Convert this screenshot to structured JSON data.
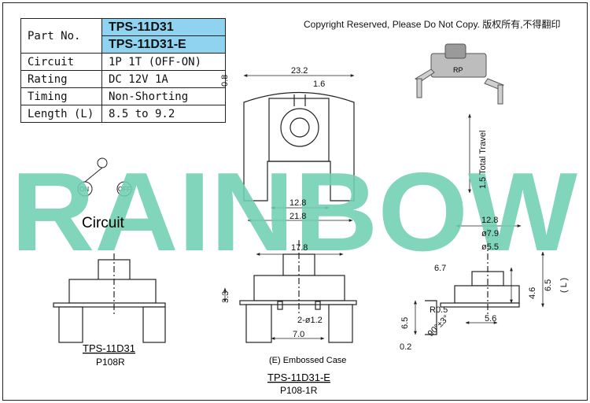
{
  "copyright": "Copyright Reserved, Please Do Not Copy. 版权所有,不得翻印",
  "spec_table": {
    "part_no_label": "Part No.",
    "part_numbers": [
      "TPS-11D31",
      "TPS-11D31-E"
    ],
    "rows": [
      {
        "label": "Circuit",
        "value": "1P 1T (OFF-ON)"
      },
      {
        "label": "Rating",
        "value": "DC 12V 1A"
      },
      {
        "label": "Timing",
        "value": "Non-Shorting"
      },
      {
        "label": "Length (L)",
        "value": "8.5 to 9.2"
      }
    ]
  },
  "watermark": "RAINBOW",
  "circuit": {
    "label": "Circuit",
    "on": "ON",
    "off": "OFF"
  },
  "dimensions": {
    "top_width": "23.2",
    "top_gap": "1.6",
    "top_height": "0.8",
    "inner_width": "12.8",
    "outer_width": "21.8",
    "front_width": "17.8",
    "front_height": "3.3",
    "pin_spacing": "7.0",
    "pin_holes": "2-ø1.2",
    "total_travel": "1.5 Total Travel",
    "side_width": "12.8",
    "side_d1": "ø7.9",
    "side_d2": "ø5.5",
    "side_offset": "6.7",
    "side_h1": "4.6",
    "side_h2": "6.5",
    "side_length": "( L )",
    "lead_height": "6.5",
    "lead_radius": "R0.5",
    "lead_angle": "90°±3°",
    "lead_width": "5.6",
    "lead_thickness": "0.2"
  },
  "models": [
    {
      "name": "TPS-11D31",
      "code": "P108R"
    },
    {
      "name": "TPS-11D31-E",
      "code": "P108-1R"
    }
  ],
  "embossed_note": "(E) Embossed Case",
  "part_marking": "RP",
  "colors": {
    "accent_blue": "#8fd3f0",
    "watermark": "#6fcfb0"
  }
}
